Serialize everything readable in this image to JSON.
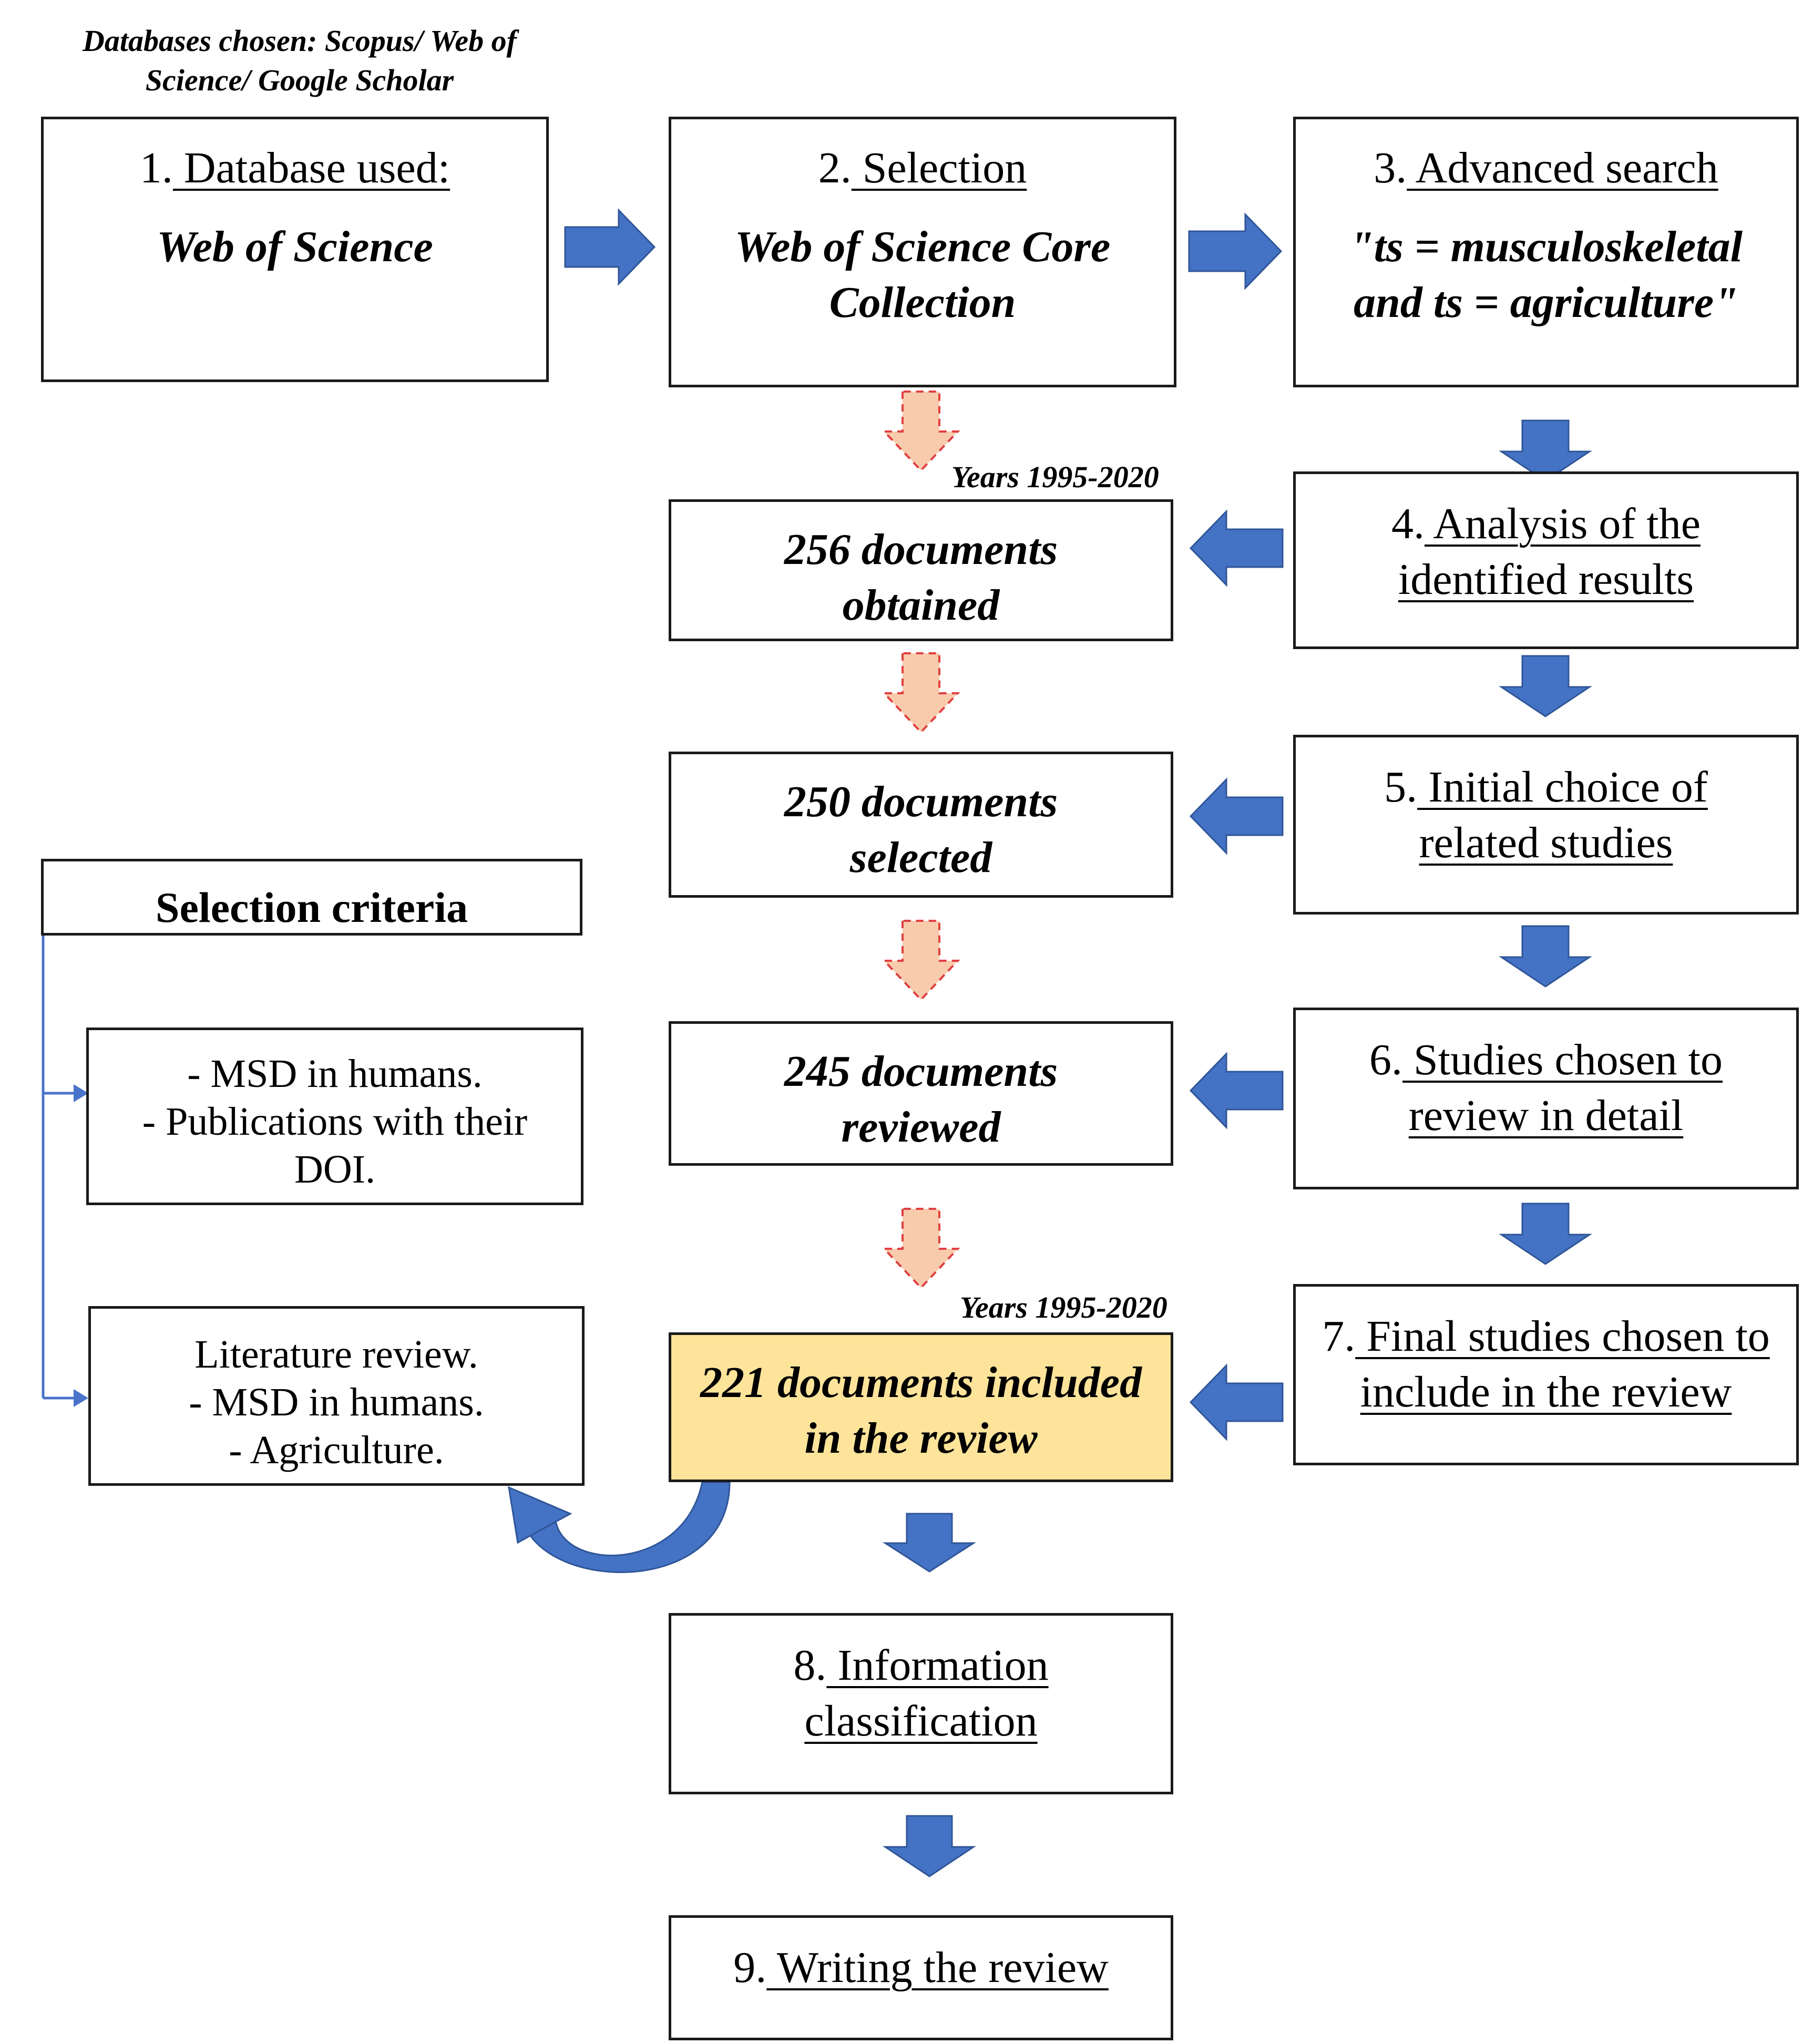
{
  "header_note": "Databases chosen: Scopus/ Web of Science/ Google Scholar",
  "steps": {
    "s1": {
      "num": "1.",
      "title": " Database used:",
      "detail": "Web of Science"
    },
    "s2": {
      "num": "2.",
      "title": " Selection",
      "detail": "Web of Science Core Collection"
    },
    "s3": {
      "num": "3.",
      "title": " Advanced search",
      "detail": "\"ts = musculoskeletal and ts = agriculture\""
    },
    "s4": {
      "num": "4.",
      "title": " Analysis of the identified results"
    },
    "s5": {
      "num": "5.",
      "title": " Initial choice of related studies"
    },
    "s6": {
      "num": "6.",
      "title": " Studies chosen to review in detail"
    },
    "s7": {
      "num": "7.",
      "title": " Final studies chosen to include in the review"
    },
    "s8": {
      "num": "8.",
      "title": " Information classification"
    },
    "s9": {
      "num": "9.",
      "title": " Writing the review"
    }
  },
  "documents": {
    "d256": "256 documents obtained",
    "d250": "250 documents selected",
    "d245": "245 documents reviewed",
    "d221": "221 documents included in the review"
  },
  "years_label_top": "Years 1995-2020",
  "years_label_bottom": "Years 1995-2020",
  "criteria": {
    "heading": "Selection criteria",
    "group1": [
      "- MSD in humans.",
      "- Publications with their",
      "DOI."
    ],
    "group2": [
      "Literature review.",
      "- MSD in humans.",
      "- Agriculture."
    ]
  },
  "colors": {
    "blue_arrow": "#4472c4",
    "peach_arrow": "#f8cbad",
    "dashed_red": "#e04040",
    "highlight_box": "#fde49a",
    "thin_line": "#4a74c9"
  }
}
